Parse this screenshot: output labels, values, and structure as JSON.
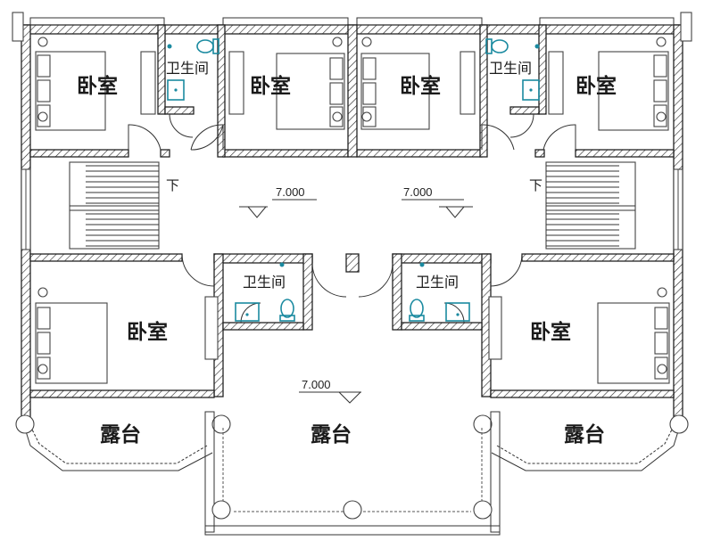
{
  "rooms": {
    "bedroom": "卧室",
    "bathroom": "卫生间",
    "terrace": "露台"
  },
  "labels": {
    "down": "下",
    "elevation": "7.000"
  },
  "colors": {
    "wall_line": "#222222",
    "fixture_accent": "#1a8aa0",
    "background": "#ffffff"
  }
}
